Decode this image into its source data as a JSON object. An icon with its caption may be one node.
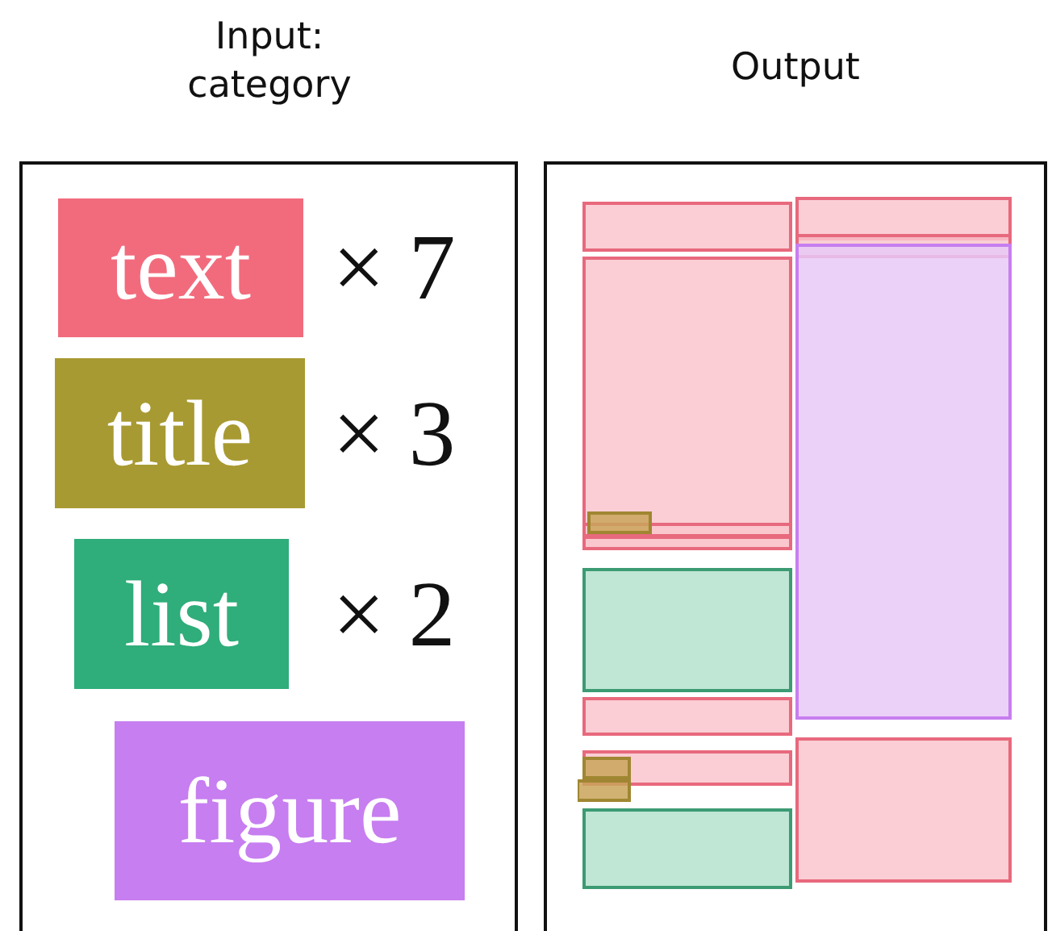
{
  "diagram": {
    "nodes": [
      {
        "text": [
          "Input: category"
        ]
      },
      {
        "text": [
          "text"
        ],
        "in": 0,
        "beside": [
          "× 7"
        ]
      },
      {
        "text": [
          "title"
        ],
        "in": 0,
        "beside": [
          "× 3"
        ]
      },
      {
        "text": [
          "list"
        ],
        "in": 0,
        "beside": [
          "× 2"
        ]
      },
      {
        "text": [
          "figure"
        ],
        "in": 0
      },
      {
        "text": [
          "Output"
        ]
      }
    ],
    "edges": []
  }
}
